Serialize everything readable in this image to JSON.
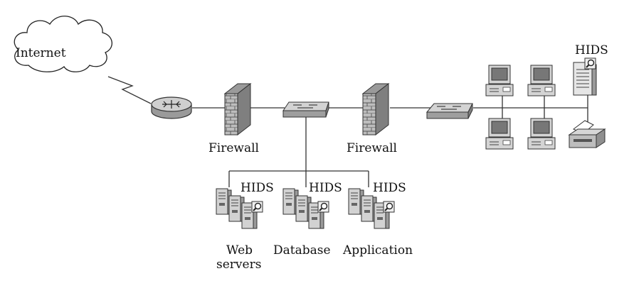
{
  "labels": {
    "internet": "Internet",
    "firewall_left": "Firewall",
    "firewall_right": "Firewall",
    "hids_web": "HIDS",
    "hids_database": "HIDS",
    "hids_application": "HIDS",
    "hids_workstation": "HIDS",
    "web_line1": "Web",
    "web_line2": "servers",
    "database": "Database",
    "application": "Application"
  },
  "icons": {
    "cloud": "cloud-icon",
    "router": "router-icon",
    "firewall": "brick-wall-icon",
    "switch": "network-switch-icon",
    "server": "server-tower-icon",
    "magnifier": "magnifier-icon",
    "pc": "desktop-computer-icon",
    "printer": "printer-icon"
  },
  "colors": {
    "device_fill": "#c9c9c9",
    "device_dark": "#8a8a8a",
    "stroke": "#333333"
  }
}
